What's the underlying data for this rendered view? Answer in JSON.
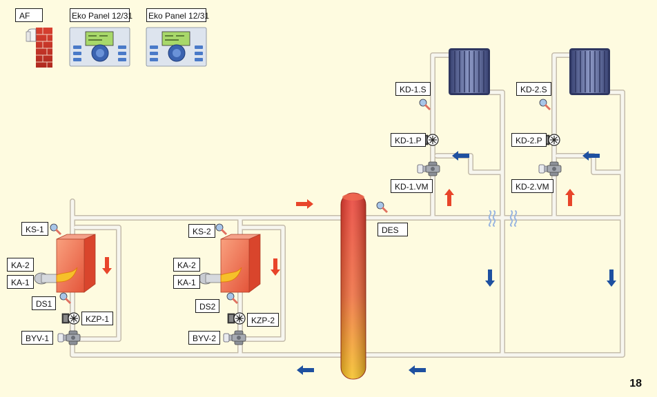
{
  "labels": {
    "af": "AF",
    "panel1": "Eko Panel 12/31",
    "panel2": "Eko Panel 12/31",
    "kd1_s": "KD-1.S",
    "kd1_p": "KD-1.P",
    "kd1_vm": "KD-1.VM",
    "kd2_s": "KD-2.S",
    "kd2_p": "KD-2.P",
    "kd2_vm": "KD-2.VM",
    "des": "DES",
    "ks1": "KS-1",
    "ka2_1": "KA-2",
    "ka1_1": "KA-1",
    "ds1": "DS1",
    "kzp1": "KZP-1",
    "byv1": "BYV-1",
    "ks2": "KS-2",
    "ka2_2": "KA-2",
    "ka1_2": "KA-1",
    "ds2": "DS2",
    "kzp2": "KZP-2",
    "byv2": "BYV-2"
  },
  "page_number": "18",
  "colors": {
    "background": "#fefbe0",
    "pipe": "#f2f1ea",
    "pipe_outline": "#c4bcaa",
    "arrow_flow": "#e8452a",
    "arrow_return": "#1e50a0",
    "boiler": "#f07a5a",
    "radiator": "#5b6a9c"
  }
}
